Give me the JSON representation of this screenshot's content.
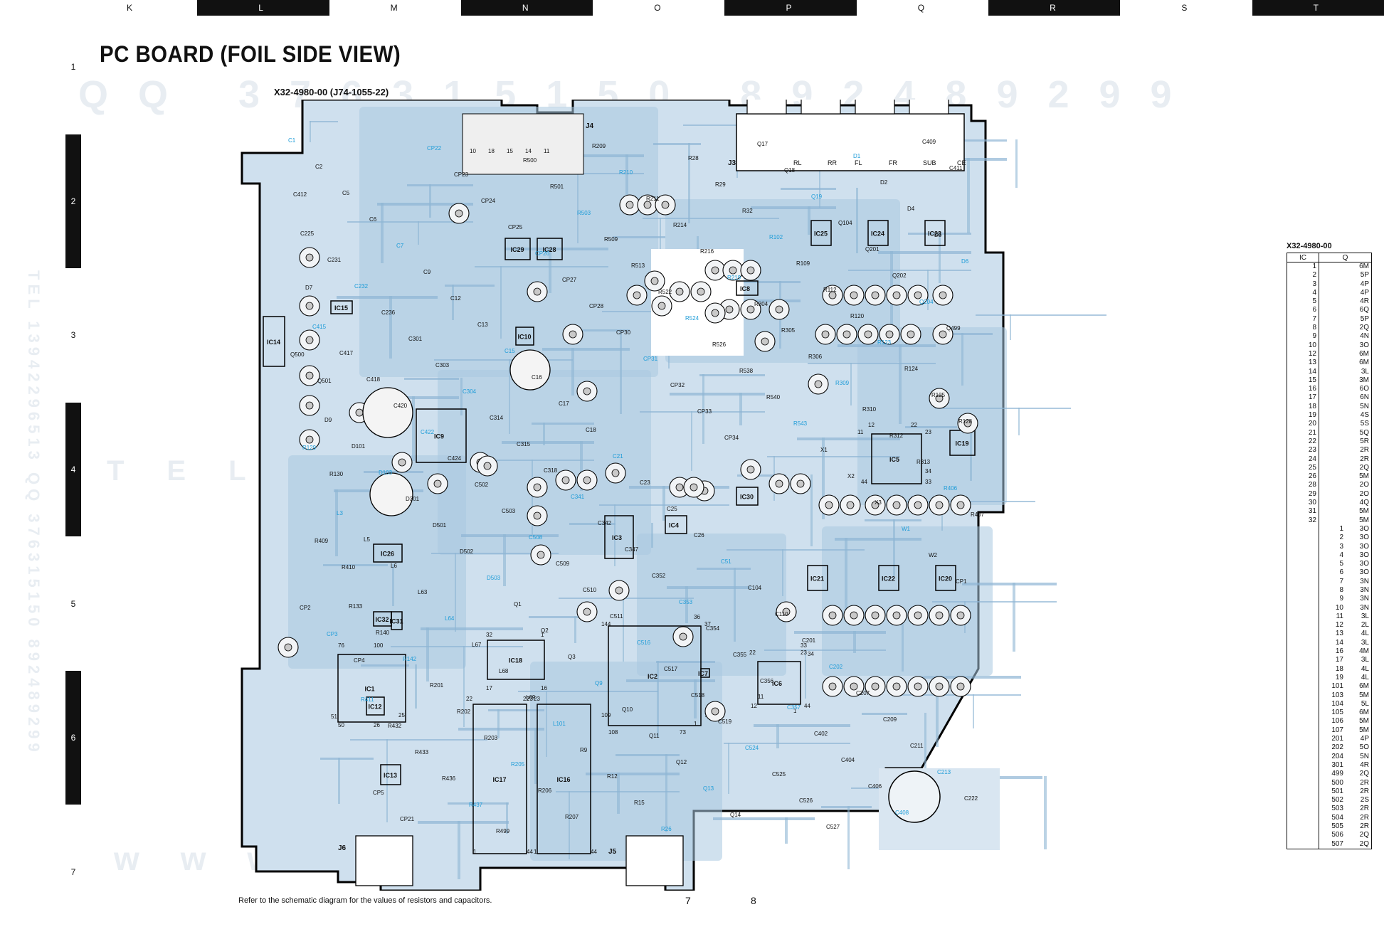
{
  "grid": {
    "columns": [
      "K",
      "L",
      "M",
      "N",
      "O",
      "P",
      "Q",
      "R",
      "S",
      "T"
    ],
    "rows": [
      "1",
      "2",
      "3",
      "4",
      "5",
      "6",
      "7"
    ]
  },
  "title": "PC BOARD (FOIL SIDE VIEW)",
  "board_id": "X32-4980-00  (J74-1055-22)",
  "footnote": "Refer to the schematic diagram for the values of resistors and capacitors.",
  "axis_numbers": [
    "7",
    "8"
  ],
  "watermarks": {
    "line1": "QQ 376315150 892489299",
    "line2": "TEL 13942296513",
    "line3": "www.",
    "side": "TEL 13942296513  QQ 376315150  892489299"
  },
  "connectors": {
    "J4": "J4",
    "J4_pins": [
      "10",
      "18",
      "15",
      "14",
      "11"
    ],
    "J3": "J3",
    "J3_pins": [
      "RL",
      "RR",
      "FL",
      "FR",
      "SUB",
      "CE"
    ],
    "J5": "J5",
    "J6": "J6"
  },
  "ics": [
    {
      "label": "IC1"
    },
    {
      "label": "IC2"
    },
    {
      "label": "IC3"
    },
    {
      "label": "IC4"
    },
    {
      "label": "IC5"
    },
    {
      "label": "IC6"
    },
    {
      "label": "IC7"
    },
    {
      "label": "IC8"
    },
    {
      "label": "IC9"
    },
    {
      "label": "IC10"
    },
    {
      "label": "IC12"
    },
    {
      "label": "IC13"
    },
    {
      "label": "IC14"
    },
    {
      "label": "IC15"
    },
    {
      "label": "IC16"
    },
    {
      "label": "IC17"
    },
    {
      "label": "IC18"
    },
    {
      "label": "IC19"
    },
    {
      "label": "IC20"
    },
    {
      "label": "IC21"
    },
    {
      "label": "IC22"
    },
    {
      "label": "IC23"
    },
    {
      "label": "IC24"
    },
    {
      "label": "IC25"
    },
    {
      "label": "IC26"
    },
    {
      "label": "IC28"
    },
    {
      "label": "IC29"
    },
    {
      "label": "IC30"
    },
    {
      "label": "IC31"
    },
    {
      "label": "IC32"
    }
  ],
  "component_labels": [
    "C1",
    "C2",
    "C5",
    "C6",
    "C7",
    "C9",
    "C12",
    "C13",
    "C15",
    "C16",
    "C17",
    "C18",
    "C21",
    "C23",
    "C25",
    "C26",
    "C51",
    "C104",
    "C110",
    "C201",
    "C202",
    "C207",
    "C209",
    "C211",
    "C213",
    "C222",
    "C225",
    "C231",
    "C232",
    "C236",
    "C301",
    "C303",
    "C304",
    "C314",
    "C315",
    "C318",
    "C341",
    "C342",
    "C347",
    "C352",
    "C353",
    "C354",
    "C355",
    "C356",
    "C357",
    "C402",
    "C404",
    "C406",
    "C408",
    "C409",
    "C411",
    "C412",
    "C415",
    "C417",
    "C418",
    "C420",
    "C422",
    "C424",
    "C502",
    "C503",
    "C508",
    "C509",
    "C510",
    "C511",
    "C516",
    "C517",
    "C518",
    "C519",
    "C524",
    "C525",
    "C526",
    "C527",
    "D1",
    "D2",
    "D4",
    "D5",
    "D6",
    "D7",
    "D9",
    "D101",
    "D103",
    "D301",
    "D501",
    "D502",
    "D503",
    "Q1",
    "Q2",
    "Q3",
    "Q9",
    "Q10",
    "Q11",
    "Q12",
    "Q13",
    "Q14",
    "Q17",
    "Q18",
    "Q19",
    "Q104",
    "Q201",
    "Q202",
    "Q204",
    "Q499",
    "Q500",
    "Q501",
    "L3",
    "L5",
    "L6",
    "L63",
    "L64",
    "L67",
    "L68",
    "L69",
    "L101",
    "R9",
    "R12",
    "R15",
    "R26",
    "R28",
    "R29",
    "R32",
    "R102",
    "R109",
    "R112",
    "R120",
    "R123",
    "R124",
    "R125",
    "R128",
    "R129",
    "R130",
    "R133",
    "R140",
    "R142",
    "R201",
    "R202",
    "R203",
    "R205",
    "R206",
    "R207",
    "R209",
    "R210",
    "R211",
    "R214",
    "R216",
    "R219",
    "R304",
    "R305",
    "R306",
    "R309",
    "R310",
    "R312",
    "R313",
    "R406",
    "R407",
    "R409",
    "R410",
    "R411",
    "R432",
    "R433",
    "R436",
    "R437",
    "R499",
    "R500",
    "R501",
    "R503",
    "R509",
    "R513",
    "R522",
    "R524",
    "R526",
    "R538",
    "R540",
    "R543",
    "X1",
    "X2",
    "X3",
    "W1",
    "W2",
    "CP1",
    "CP2",
    "CP3",
    "CP4",
    "CP5",
    "CP21",
    "CP22",
    "CP23",
    "CP24",
    "CP25",
    "CP26",
    "CP27",
    "CP28",
    "CP30",
    "CP31",
    "CP32",
    "CP33",
    "CP34"
  ],
  "ic_pin_numbers": {
    "ic1": [
      "76",
      "100",
      "51",
      "50",
      "26",
      "25"
    ],
    "ic2": [
      "144",
      "37",
      "36",
      "1",
      "108",
      "109",
      "73",
      "72"
    ],
    "ic5": [
      "12",
      "22",
      "23",
      "11",
      "44",
      "34",
      "33"
    ],
    "ic6": [
      "22",
      "23",
      "33",
      "34",
      "12",
      "11",
      "1",
      "44"
    ],
    "ic18": [
      "32",
      "1",
      "17",
      "16"
    ],
    "ic16": [
      "23",
      "22",
      "1",
      "44"
    ],
    "ic17": [
      "22",
      "23",
      "1",
      "44"
    ]
  },
  "table": {
    "title": "X32-4980-00",
    "headers": [
      "IC",
      "Q"
    ],
    "rows": [
      [
        "1",
        "",
        "6M"
      ],
      [
        "2",
        "",
        "5P"
      ],
      [
        "3",
        "",
        "4P"
      ],
      [
        "4",
        "",
        "4P"
      ],
      [
        "5",
        "",
        "4R"
      ],
      [
        "6",
        "",
        "6Q"
      ],
      [
        "7",
        "",
        "5P"
      ],
      [
        "8",
        "",
        "2Q"
      ],
      [
        "9",
        "",
        "4N"
      ],
      [
        "10",
        "",
        "3O"
      ],
      [
        "12",
        "",
        "6M"
      ],
      [
        "13",
        "",
        "6M"
      ],
      [
        "14",
        "",
        "3L"
      ],
      [
        "15",
        "",
        "3M"
      ],
      [
        "16",
        "",
        "6O"
      ],
      [
        "17",
        "",
        "6N"
      ],
      [
        "18",
        "",
        "5N"
      ],
      [
        "19",
        "",
        "4S"
      ],
      [
        "20",
        "",
        "5S"
      ],
      [
        "21",
        "",
        "5Q"
      ],
      [
        "22",
        "",
        "5R"
      ],
      [
        "23",
        "",
        "2R"
      ],
      [
        "24",
        "",
        "2R"
      ],
      [
        "25",
        "",
        "2Q"
      ],
      [
        "26",
        "",
        "5M"
      ],
      [
        "28",
        "",
        "2O"
      ],
      [
        "29",
        "",
        "2O"
      ],
      [
        "30",
        "",
        "4Q"
      ],
      [
        "31",
        "",
        "5M"
      ],
      [
        "32",
        "",
        "5M"
      ],
      [
        "",
        "1",
        "3O"
      ],
      [
        "",
        "2",
        "3O"
      ],
      [
        "",
        "3",
        "3O"
      ],
      [
        "",
        "4",
        "3O"
      ],
      [
        "",
        "5",
        "3O"
      ],
      [
        "",
        "6",
        "3O"
      ],
      [
        "",
        "7",
        "3N"
      ],
      [
        "",
        "8",
        "3N"
      ],
      [
        "",
        "9",
        "3N"
      ],
      [
        "",
        "10",
        "3N"
      ],
      [
        "",
        "11",
        "3L"
      ],
      [
        "",
        "12",
        "2L"
      ],
      [
        "",
        "13",
        "4L"
      ],
      [
        "",
        "14",
        "3L"
      ],
      [
        "",
        "16",
        "4M"
      ],
      [
        "",
        "17",
        "3L"
      ],
      [
        "",
        "18",
        "4L"
      ],
      [
        "",
        "19",
        "4L"
      ],
      [
        "",
        "101",
        "6M"
      ],
      [
        "",
        "103",
        "5M"
      ],
      [
        "",
        "104",
        "5L"
      ],
      [
        "",
        "105",
        "6M"
      ],
      [
        "",
        "106",
        "5M"
      ],
      [
        "",
        "107",
        "5M"
      ],
      [
        "",
        "201",
        "4P"
      ],
      [
        "",
        "202",
        "5O"
      ],
      [
        "",
        "204",
        "5N"
      ],
      [
        "",
        "301",
        "4R"
      ],
      [
        "",
        "499",
        "2Q"
      ],
      [
        "",
        "500",
        "2R"
      ],
      [
        "",
        "501",
        "2R"
      ],
      [
        "",
        "502",
        "2S"
      ],
      [
        "",
        "503",
        "2R"
      ],
      [
        "",
        "504",
        "2R"
      ],
      [
        "",
        "505",
        "2R"
      ],
      [
        "",
        "506",
        "2Q"
      ],
      [
        "",
        "507",
        "2Q"
      ]
    ]
  },
  "colors": {
    "board_fill": "#cfe0ee",
    "copper": "#a9c8e0",
    "copper_dark": "#8eb5d4",
    "silk": "#111111",
    "ref_blue": "#1e9cd8",
    "pad_gray": "#d6d6d6"
  }
}
